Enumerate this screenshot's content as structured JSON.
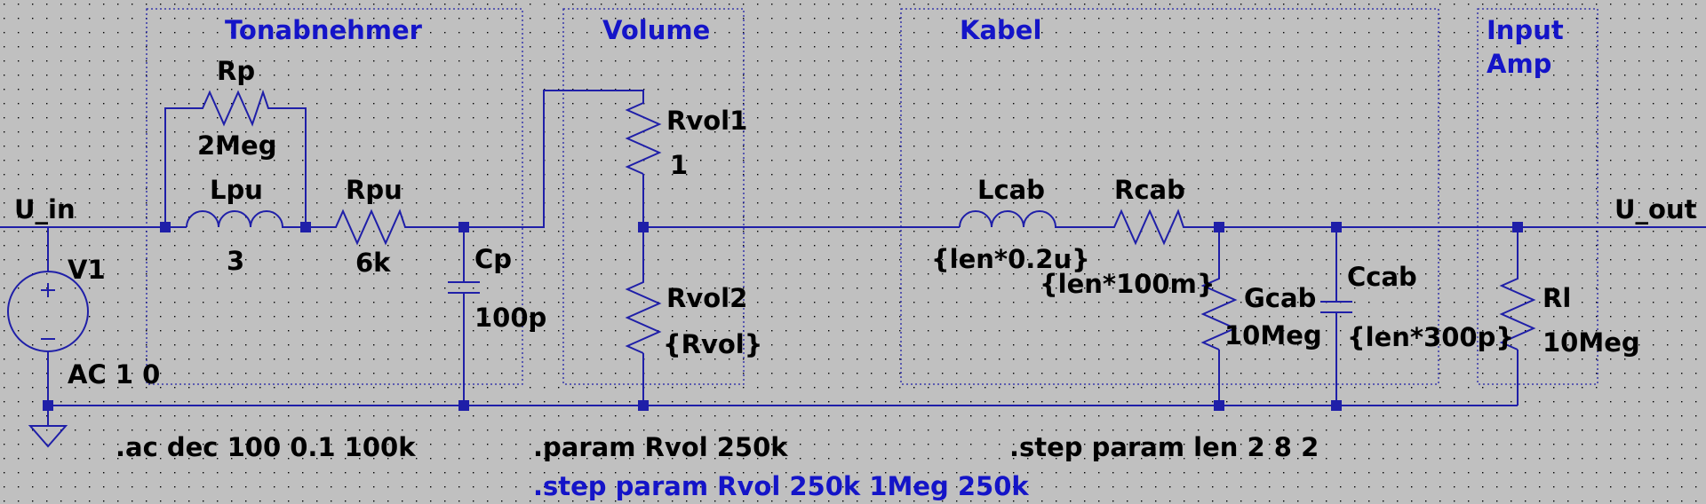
{
  "blocks": {
    "pickup": "Tonabnehmer",
    "volume": "Volume",
    "cable": "Kabel",
    "input_line1": "Input",
    "input_line2": "Amp"
  },
  "nets": {
    "input": "U_in",
    "output": "U_out"
  },
  "components": {
    "rp": {
      "name": "Rp",
      "value": "2Meg"
    },
    "lpu": {
      "name": "Lpu",
      "value": "3"
    },
    "rpu": {
      "name": "Rpu",
      "value": "6k"
    },
    "cp": {
      "name": "Cp",
      "value": "100p"
    },
    "v1": {
      "name": "V1",
      "value": "AC 1 0"
    },
    "rvol1": {
      "name": "Rvol1",
      "value": "1"
    },
    "rvol2": {
      "name": "Rvol2",
      "value": "{Rvol}"
    },
    "lcab": {
      "name": "Lcab",
      "value": "{len*0.2u}"
    },
    "rcab": {
      "name": "Rcab",
      "value": "{len*100m}"
    },
    "gcab": {
      "name": "Gcab",
      "value": "10Meg"
    },
    "ccab": {
      "name": "Ccab",
      "value": "{len*300p}"
    },
    "rl": {
      "name": "Rl",
      "value": "10Meg"
    }
  },
  "directives": {
    "ac": ".ac dec 100 0.1 100k",
    "param": ".param Rvol 250k",
    "step_len": ".step param len 2 8 2",
    "step_rvol": ".step param Rvol 250k 1Meg 250k"
  },
  "colors": {
    "background": "#c0c0c0",
    "wire": "#1f1fa8",
    "header": "#1414c8",
    "grid": "#000000"
  }
}
